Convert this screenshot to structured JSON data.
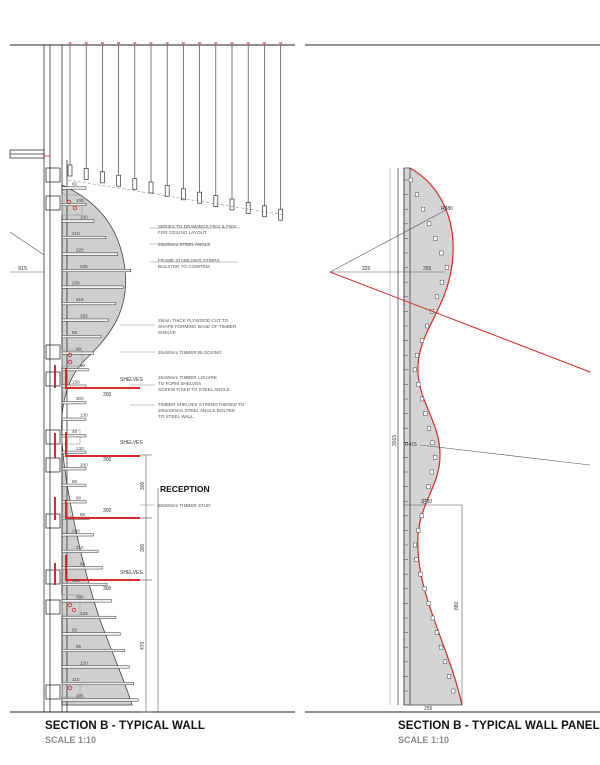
{
  "left_section": {
    "title": "SECTION B - TYPICAL WALL",
    "scale": "SCALE 1:10",
    "notes": [
      "SERIES TO DRAWINGS F001 & F002",
      "FOR CEILING LAYOUT",
      "25x25mm STEEL ANGLE",
      "FRAME STABILISER STRIPS",
      "BOLSTER TO CONFIRM",
      "25mm THICK PLYWOOD CUT TO",
      "SHAPE FORMING BASE OF TIMBER",
      "SHELVE",
      "25x50mm TIMBER BLOCKING",
      "25x50mm TIMBER LOUVRE",
      "TO FORM SHELVES",
      "SCREW FIXED TO STEEL ANGLE",
      "TIMBER SHELVES STRENGTHENED TO",
      "200x100mm STEEL ANGLE BOLTED",
      "TO STEEL WALL",
      "50x50mm TIMBER STUD"
    ],
    "reception_label": "RECEPTION",
    "shelves_label": "SHELVES",
    "dim_left": "915",
    "shelf_dims": [
      "60",
      "100",
      "160",
      "215",
      "225",
      "235",
      "230",
      "215",
      "195",
      "85",
      "90",
      "60",
      "150",
      "300",
      "130",
      "45",
      "130",
      "200",
      "85",
      "90",
      "85",
      "190",
      "210",
      "95",
      "150",
      "300",
      "125",
      "50",
      "65",
      "120",
      "110",
      "205"
    ],
    "vertical_dims": [
      "300",
      "300",
      "470"
    ],
    "shelf_run": "300"
  },
  "right_section": {
    "title": "SECTION B - TYPICAL WALL PANEL",
    "scale": "SCALE 1:10",
    "dims": {
      "r_top": "R880",
      "left_run": "325",
      "inner_run": "255",
      "mid_height": "3015",
      "mid_mark": "R415",
      "lower_run": "2430",
      "lower_height": "880",
      "base": "255"
    }
  },
  "colors": {
    "ink": "#1a1a1a",
    "fill": "#cfcfcf",
    "accent": "#d62b2b"
  }
}
